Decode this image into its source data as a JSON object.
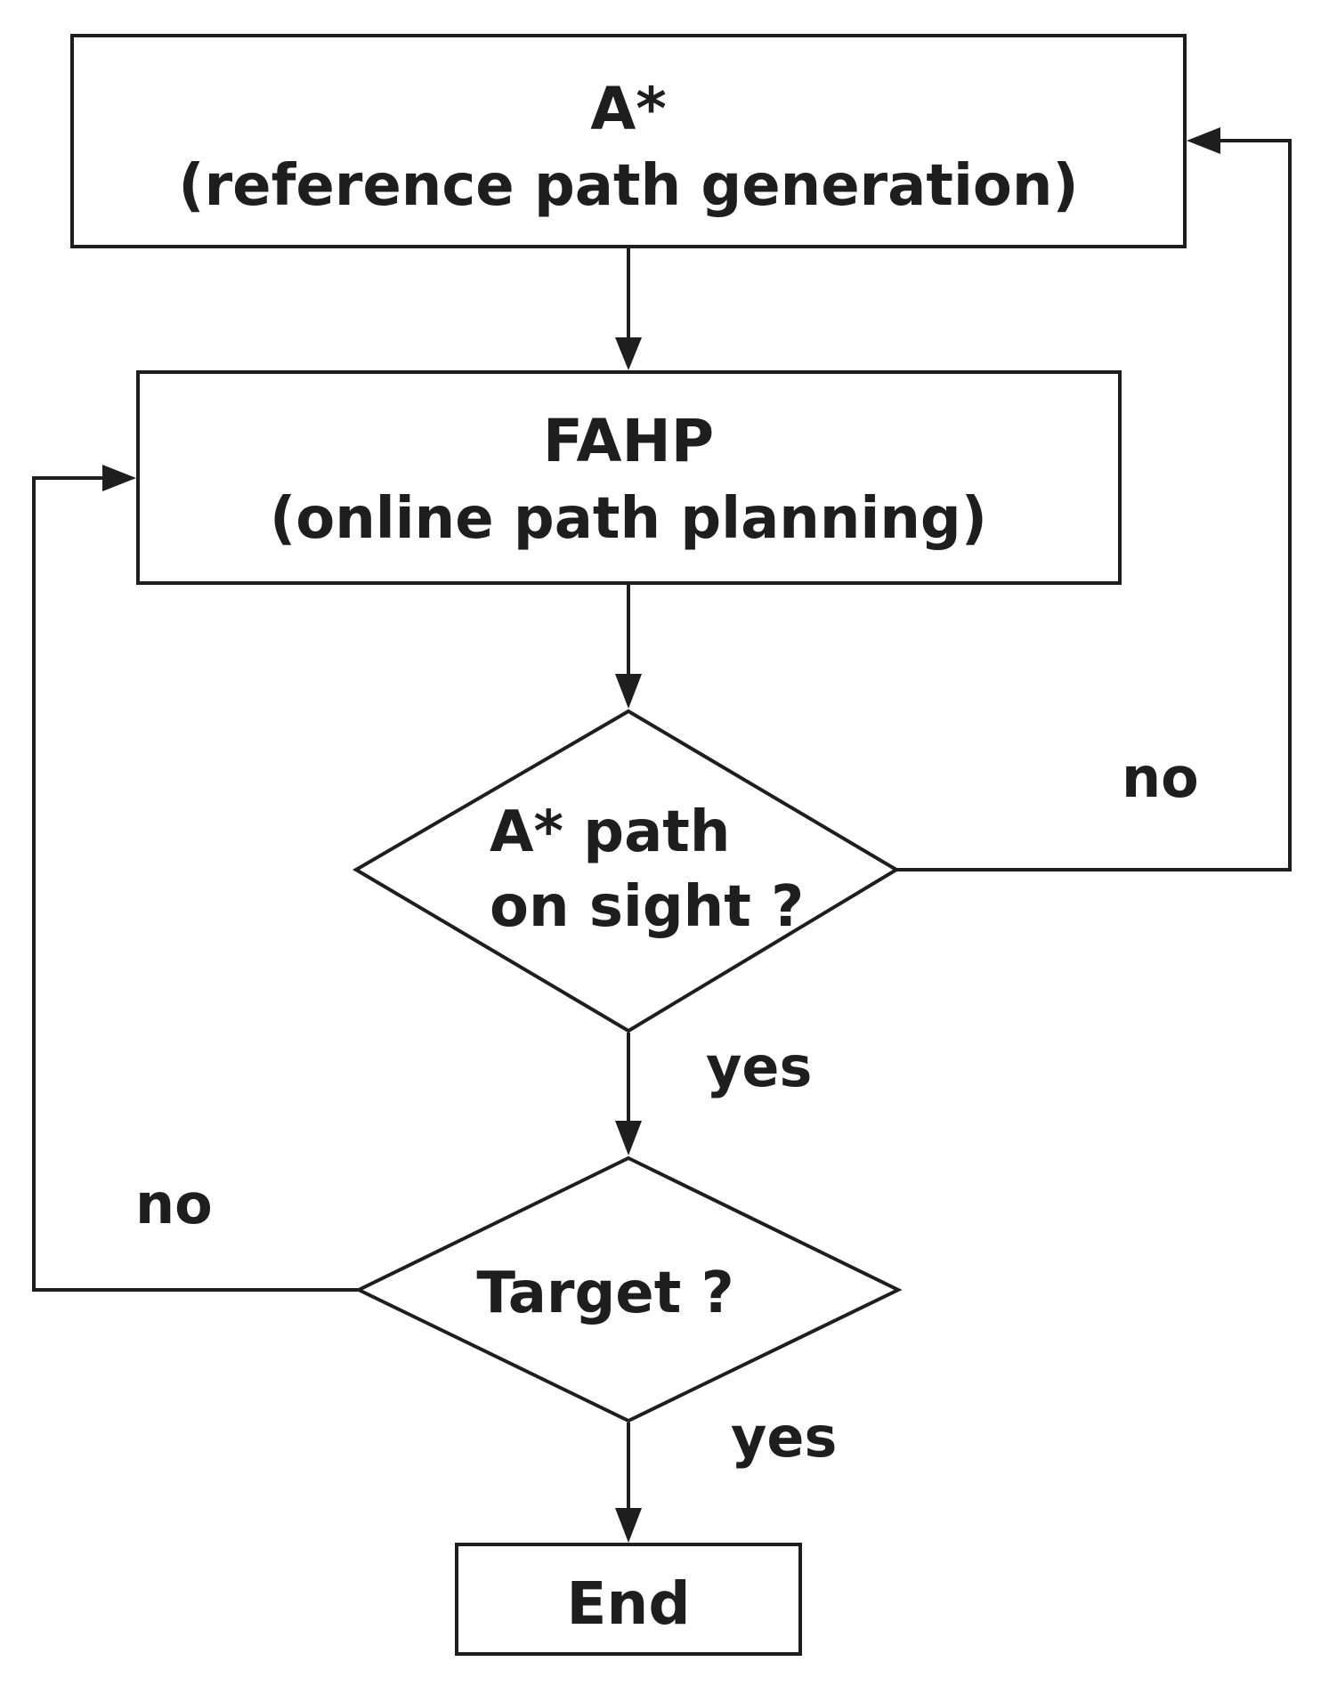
{
  "diagram": {
    "colors": {
      "stroke": "#1e1e1e",
      "text": "#1e1e1e",
      "fill": "#ffffff"
    },
    "nodes": {
      "astar": {
        "line1": "A*",
        "line2": "(reference path generation)"
      },
      "fahp": {
        "line1": "FAHP",
        "line2": "(online path planning)"
      },
      "sight": {
        "line1": "A* path",
        "line2": "on sight ?"
      },
      "target": {
        "line1": "Target ?"
      },
      "end": {
        "line1": "End"
      }
    },
    "edges": {
      "sight_no": "no",
      "sight_yes": "yes",
      "target_no": "no",
      "target_yes": "yes"
    }
  }
}
